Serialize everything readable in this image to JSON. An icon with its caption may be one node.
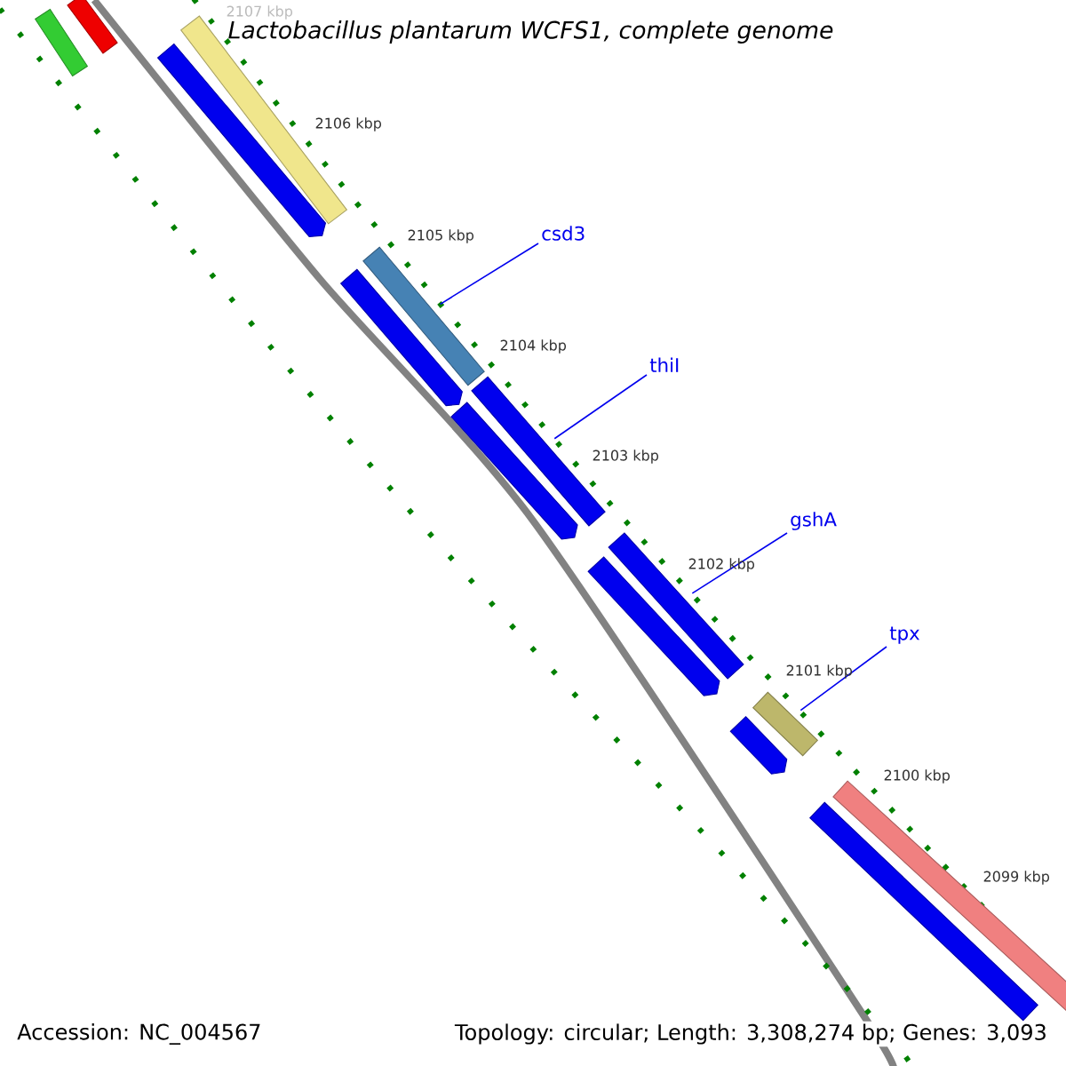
{
  "diagram": {
    "title": "Lactobacillus plantarum WCFS1, complete genome",
    "nodes": [
      {
        "text": [],
        "shape": "bar"
      },
      {
        "text": [],
        "shape": "bar"
      },
      {
        "text": [],
        "shape": "bar"
      },
      {
        "text": [],
        "shape": "bar"
      },
      {
        "text": [],
        "shape": "bar"
      },
      {
        "text": [],
        "shape": "bar"
      },
      {
        "text": [],
        "shape": "bar"
      },
      {
        "text": [],
        "shape": "bar"
      },
      {
        "text": [],
        "shape": "bar"
      },
      {
        "text": [],
        "shape": "bar"
      },
      {
        "text": [],
        "shape": "bar"
      },
      {
        "text": [],
        "shape": "bar"
      },
      {
        "text": [],
        "shape": "bar"
      },
      {
        "text": [],
        "shape": "bar"
      },
      {
        "text": [
          "csd3"
        ]
      },
      {
        "text": [
          "thiI"
        ]
      },
      {
        "text": [
          "gshA"
        ]
      },
      {
        "text": [
          "tpx"
        ]
      }
    ],
    "edges": [
      {
        "from": 14,
        "to": 4,
        "arrow": "none"
      },
      {
        "from": 15,
        "to": 6,
        "arrow": "none"
      },
      {
        "from": 16,
        "to": 8,
        "arrow": "none"
      },
      {
        "from": 17,
        "to": 10,
        "arrow": "none"
      }
    ],
    "labels": [
      "2107 kbp",
      "2106 kbp",
      "2105 kbp",
      "2104 kbp",
      "2103 kbp",
      "2102 kbp",
      "2101 kbp",
      "2100 kbp",
      "2099 kbp",
      "Accession: NC_004567",
      "Topology: circular; Length: 3,308,274 bp; Genes: 3,093"
    ]
  }
}
